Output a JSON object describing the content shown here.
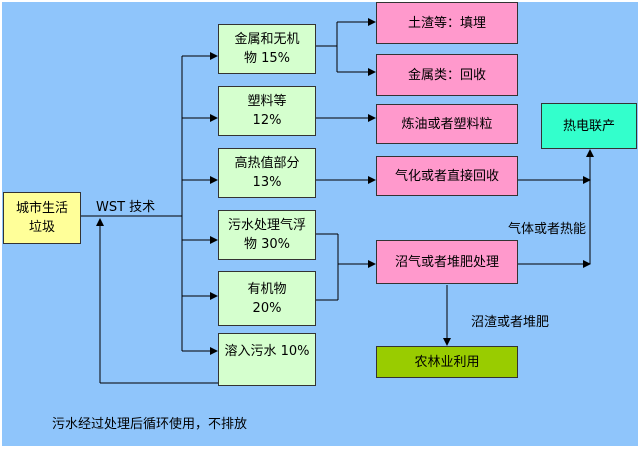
{
  "diagram": {
    "source": {
      "line1": "城市生活",
      "line2": "垃圾"
    },
    "process_label": "WST 技术",
    "fractions": [
      {
        "line1": "金属和无机",
        "line2": "物 15%"
      },
      {
        "line1": "塑料等",
        "line2": "12%"
      },
      {
        "line1": "高热值部分",
        "line2": "13%"
      },
      {
        "line1": "污水处理气浮",
        "line2": "物 30%"
      },
      {
        "line1": "有机物",
        "line2": "20%"
      },
      {
        "line1": "溶入污水 10%",
        "line2": ""
      }
    ],
    "outputs": [
      {
        "label": "土渣等：填埋"
      },
      {
        "label": "金属类：回收"
      },
      {
        "label": "炼油或者塑料粒"
      },
      {
        "label": "气化或者直接回收"
      },
      {
        "label": "沼气或者堆肥处理"
      }
    ],
    "end_power": "热电联产",
    "end_agri": "农林业利用",
    "gas_label": "气体或者热能",
    "residue_label": "沼渣或者堆肥",
    "recycle_label": "污水经过处理后循环使用，不排放",
    "colors": {
      "background": "#8fc5fb",
      "fraction_box": "#d5ffce",
      "output_box": "#ff99cc",
      "source_box": "#ffff99",
      "power_box": "#33ffcc",
      "agri_box": "#99cc00"
    }
  }
}
